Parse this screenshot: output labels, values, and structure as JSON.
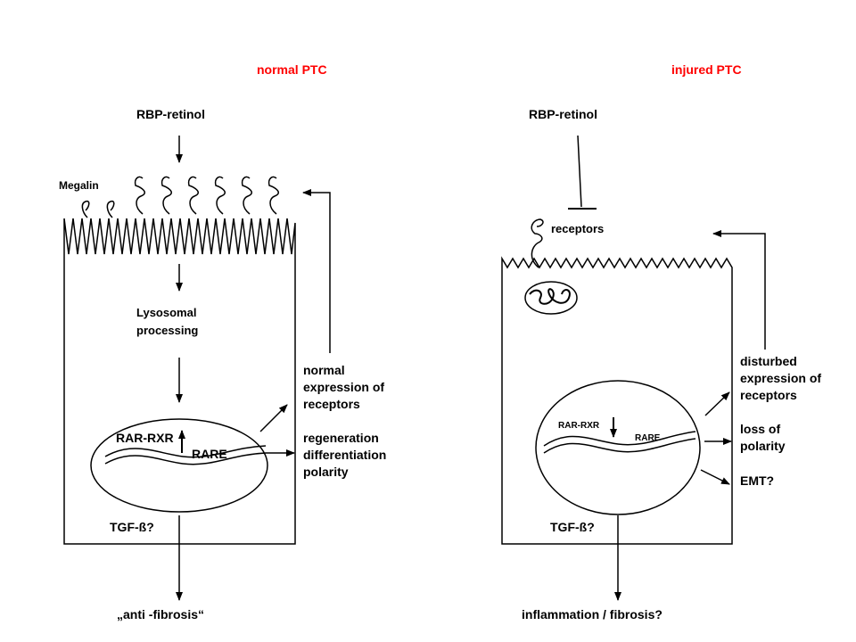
{
  "colors": {
    "title": "#ff0000",
    "ink": "#000000",
    "background": "#ffffff"
  },
  "left_panel": {
    "title": "normal  PTC",
    "rbp": "RBP-retinol",
    "megalin": "Megalin",
    "lysosomal_1": "Lysosomal",
    "lysosomal_2": "processing",
    "rar_rxr": "RAR-RXR",
    "rare": "RARE",
    "tgf": "TGF-ß?",
    "bottom": "„anti -fibrosis“",
    "effects": [
      "normal",
      "expression of",
      "receptors",
      "regeneration",
      "differentiation",
      "polarity"
    ]
  },
  "right_panel": {
    "title": "injured PTC",
    "rbp": "RBP-retinol",
    "receptors": "receptors",
    "rar_rxr": "RAR-RXR",
    "rare": "RARE",
    "tgf": "TGF-ß?",
    "bottom": "inflammation  / fibrosis?",
    "effects": [
      "disturbed",
      "expression of",
      "receptors",
      "loss of",
      "polarity",
      "EMT?"
    ]
  }
}
